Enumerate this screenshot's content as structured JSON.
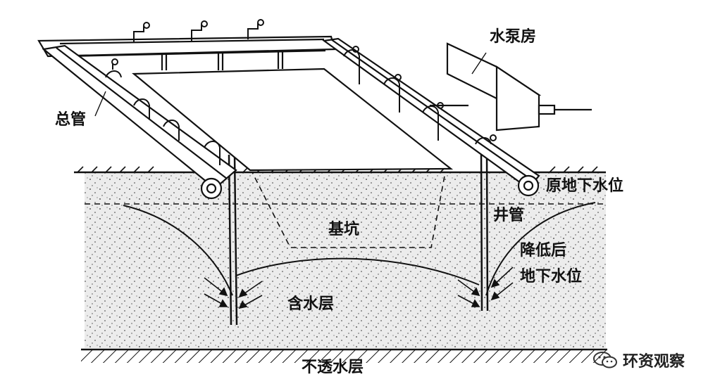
{
  "labels": {
    "pump_house": "水泵房",
    "main_pipe": "总管",
    "original_water_level": "原地下水位",
    "well_pipe": "井管",
    "foundation_pit": "基坑",
    "lowered_line1": "降低后",
    "lowered_line2": "地下水位",
    "aquifer": "含水层",
    "impermeable_layer": "不透水层"
  },
  "watermark": {
    "text": "环资观察"
  },
  "colors": {
    "ink": "#111111",
    "soil_bg": "#ececec",
    "paper": "#ffffff"
  }
}
